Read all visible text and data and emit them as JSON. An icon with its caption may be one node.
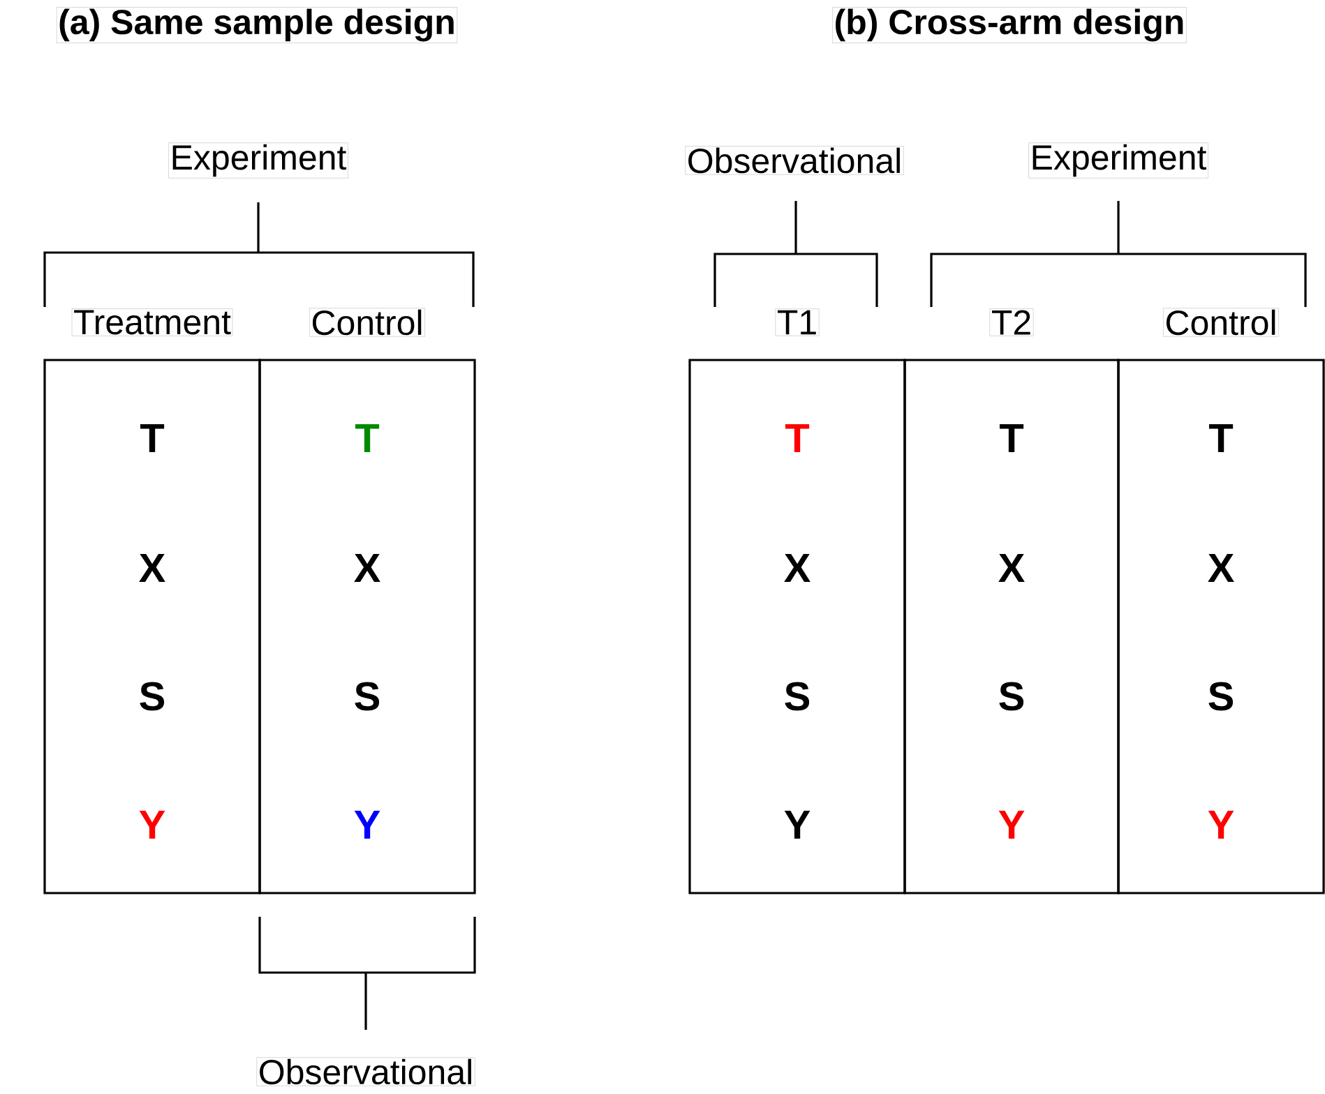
{
  "diagram": {
    "nodes": [
      {
        "text": [
          "Treatment",
          "T",
          "X",
          "S",
          "Y"
        ]
      },
      {
        "text": [
          "Control",
          "T",
          "X",
          "S",
          "Y"
        ]
      },
      {
        "text": [
          "T1",
          "T",
          "X",
          "S",
          "Y"
        ]
      },
      {
        "text": [
          "T2",
          "T",
          "X",
          "S",
          "Y"
        ]
      },
      {
        "text": [
          "Control",
          "T",
          "X",
          "S",
          "Y"
        ]
      }
    ],
    "labels": [
      "(a) Same sample design",
      "(b) Cross-arm design",
      "Experiment",
      "Observational",
      "Experiment",
      "Observational"
    ]
  }
}
